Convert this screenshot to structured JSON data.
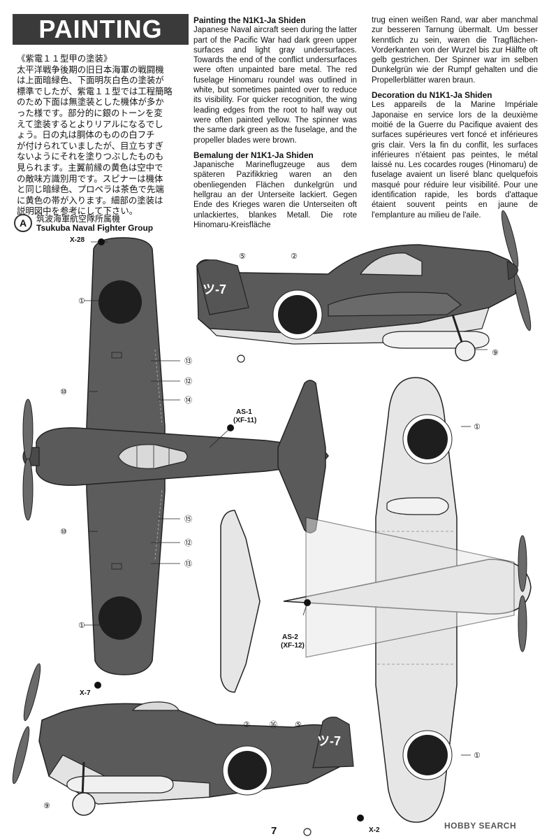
{
  "header": {
    "title": "PAINTING"
  },
  "intro_jp": [
    "《紫電１１型甲の塗装》",
    "太平洋戦争後期の旧日本海軍の戦闘機",
    "は上面暗緑色、下面明灰白色の塗装が",
    "標準でしたが、紫電１１型では工程簡略",
    "のため下面は無塗装とした機体が多か",
    "った様です。部分的に銀のトーンを変",
    "えて塗装するとよりリアルになるでし",
    "ょう。日の丸は胴体のものの白フチ",
    "が付けられていましたが、目立ちすぎ",
    "ないようにそれを塗りつぶしたものも",
    "見られます。主翼前縁の黄色は空中で",
    "の敵味方識別用です。スピナーは機体",
    "と同じ暗緑色、プロペラは茶色で先端",
    "に黄色の帯が入ります。細部の塗装は",
    "説明図中を参考にして下さい。"
  ],
  "sections": {
    "en_title": "Painting the N1K1-Ja Shiden",
    "en_text": "Japanese Naval aircraft seen during the latter part of the Pacific War had dark green upper surfaces and light gray undersurfaces. Towards the end of the conflict undersurfaces were often unpainted bare metal. The red fuselage Hinomaru roundel was outlined in white, but sometimes painted over to reduce its visibility. For quicker recognition, the wing leading edges from the root to half way out were often painted yellow. The spinner was the same dark green as the fuselage, and the propeller blades were brown.",
    "de_title": "Bemalung der N1K1-Ja Shiden",
    "de_text": "Japanische Marineflugzeuge aus dem späteren Pazifikkrieg waren an den obenliegenden Flächen dunkelgrün und hellgrau an der Unterseite lackiert. Gegen Ende des Krieges waren die Unterseiten oft unlackiertes, blankes Metall. Die rote Hinomaru-Kreisfläche",
    "de_text_cont": "trug einen weißen Rand, war aber manchmal zur besseren Tarnung übermalt. Um besser kenntlich zu sein, waren die Tragflächen-Vorderkanten von der Wurzel bis zur Hälfte oft gelb gestrichen. Der Spinner war im selben Dunkelgrün wie der Rumpf gehalten und die Propellerblätter waren braun.",
    "fr_title": "Decoration du N1K1-Ja Shiden",
    "fr_text": "Les appareils de la Marine Impériale Japonaise en service lors de la deuxième moitié de la Guerre du Pacifique avaient des surfaces supérieures vert foncé et inférieures gris clair. Vers la fin du conflit, les surfaces inférieures n'étaient pas peintes, le métal laissé nu. Les cocardes rouges (Hinomaru) de fuselage avaient un liseré blanc quelquefois masqué pour réduire leur visibilité. Pour une identification rapide, les bords d'attaque étaient souvent peints en jaune de l'emplanture au milieu de l'aile."
  },
  "callout": {
    "letter": "A",
    "jp": "筑波海軍航空隊所属機",
    "en": "Tsukuba Naval Fighter Group"
  },
  "labels": {
    "x28": "X-28",
    "as1": "AS-1",
    "xf11": "(XF-11)",
    "as2": "AS-2",
    "xf12": "(XF-12)",
    "x7": "X-7",
    "x2": "X-2",
    "tail_code": "ツ-7",
    "n1": "①",
    "n2": "②",
    "n5": "⑤",
    "n9": "⑨",
    "n10": "⑩",
    "n12": "⑫",
    "n13": "⑬",
    "n14": "⑭",
    "n15": "⑮",
    "n16": "⑯"
  },
  "colors": {
    "dark_green": "#5a5a5a",
    "light_gray": "#e3e3e3",
    "hinomaru": "#1e1e1e",
    "outline": "#222222"
  },
  "page_number": "7",
  "watermark": "HOBBY SEARCH"
}
